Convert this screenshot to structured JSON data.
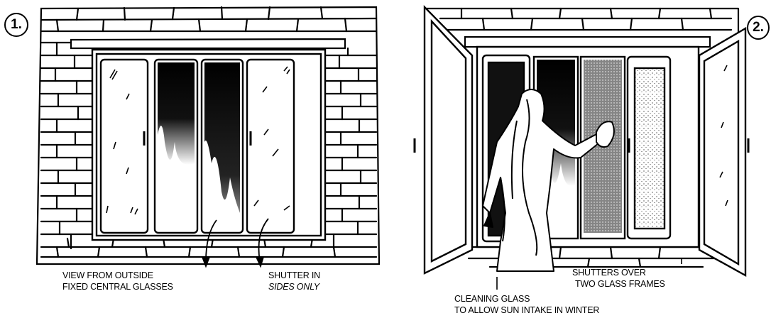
{
  "panel1": {
    "number": "1.",
    "caption_line1": "VIEW FROM OUTSIDE",
    "caption_line2": "FIXED CENTRAL GLASSES",
    "caption_right_line1": "SHUTTER IN",
    "caption_right_line2": "SIDES ONLY"
  },
  "panel2": {
    "number": "2.",
    "caption_shutters_line1": "SHUTTERS OVER",
    "caption_shutters_line2": "TWO GLASS FRAMES",
    "caption_cleaning_line1": "CLEANING GLASS",
    "caption_cleaning_line2": "TO ALLOW SUN INTAKE IN WINTER"
  },
  "colors": {
    "ink": "#000000",
    "paper": "#ffffff"
  }
}
